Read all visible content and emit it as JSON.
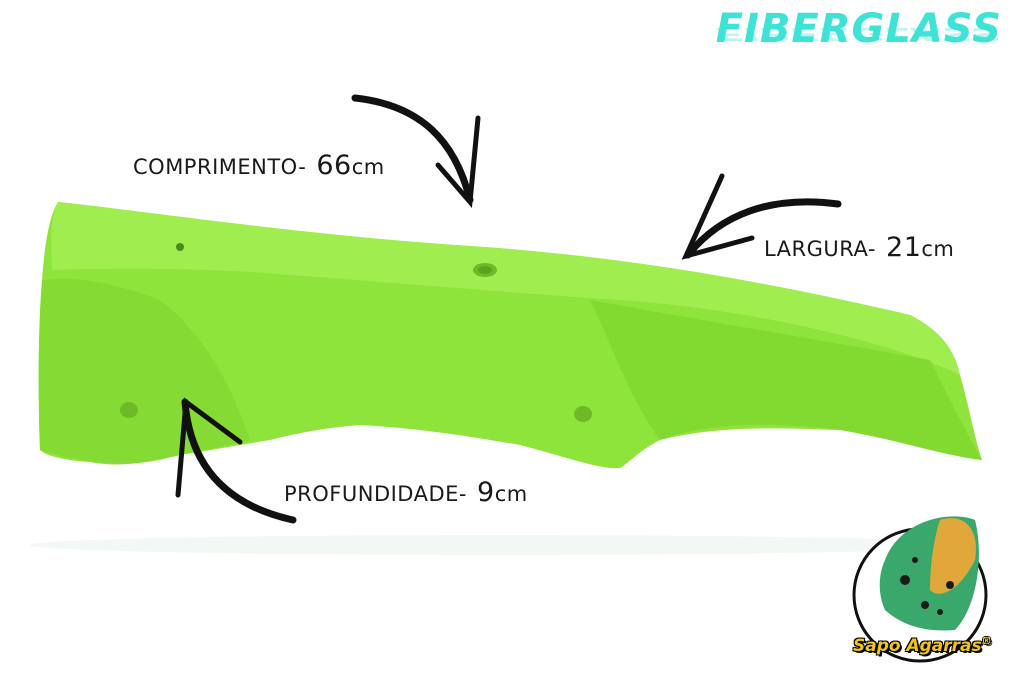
{
  "title": "FIBERGLASS",
  "dimensions": {
    "comprimento": {
      "label": "COMPRIMENTO-",
      "value": "66",
      "unit": "cm"
    },
    "largura": {
      "label": "LARGURA-",
      "value": "21",
      "unit": "cm"
    },
    "profundidade": {
      "label": "PROFUNDIDADE-",
      "value": "9",
      "unit": "cm"
    }
  },
  "logo": {
    "text": "Sapo Agarras",
    "mark": "®"
  },
  "colors": {
    "hold": "#8ee43a",
    "title": "#3fe3d6",
    "logo_yellow": "#f1c417"
  }
}
